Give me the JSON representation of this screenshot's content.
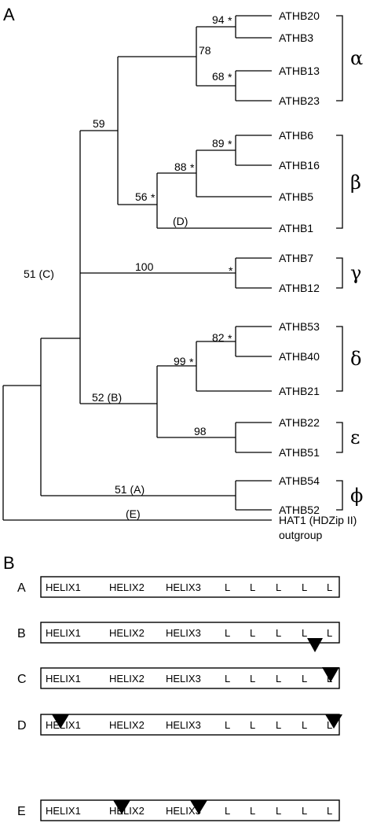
{
  "panel_a": {
    "label": "A",
    "leaves": [
      "ATHB20",
      "ATHB3",
      "ATHB13",
      "ATHB23",
      "ATHB6",
      "ATHB16",
      "ATHB5",
      "ATHB1",
      "ATHB7",
      "ATHB12",
      "ATHB53",
      "ATHB40",
      "ATHB21",
      "ATHB22",
      "ATHB51",
      "ATHB54",
      "ATHB52"
    ],
    "outgroup_line1": "HAT1 (HDZip II)",
    "outgroup_line2": "outgroup",
    "support": {
      "n78": "78",
      "n94": "94",
      "n68": "68",
      "n59": "59",
      "n89": "89",
      "n88": "88",
      "n56": "56",
      "nD": "(D)",
      "n51C": "51 (C)",
      "n100": "100",
      "n82": "82",
      "n99": "99",
      "n52B": "52 (B)",
      "n98": "98",
      "n51A": "51 (A)",
      "nE": "(E)",
      "star": "*"
    },
    "clades": [
      "α",
      "β",
      "γ",
      "δ",
      "ε",
      "ϕ"
    ]
  },
  "panel_b": {
    "label": "B",
    "rows": [
      {
        "label": "A",
        "segments": [
          "HELIX1",
          "HELIX2",
          "HELIX3",
          "L",
          "L",
          "L",
          "L",
          "L"
        ]
      },
      {
        "label": "B",
        "segments": [
          "HELIX1",
          "HELIX2",
          "HELIX3",
          "L",
          "L",
          "L",
          "L",
          "L"
        ]
      },
      {
        "label": "C",
        "segments": [
          "HELIX1",
          "HELIX2",
          "HELIX3",
          "L",
          "L",
          "L",
          "L",
          "L"
        ]
      },
      {
        "label": "D",
        "segments": [
          "HELIX1",
          "HELIX2",
          "HELIX3",
          "L",
          "L",
          "L",
          "L",
          "L"
        ]
      },
      {
        "label": "E",
        "segments": [
          "HELIX1",
          "HELIX2",
          "HELIX3",
          "L",
          "L",
          "L",
          "L",
          "L"
        ]
      }
    ]
  }
}
